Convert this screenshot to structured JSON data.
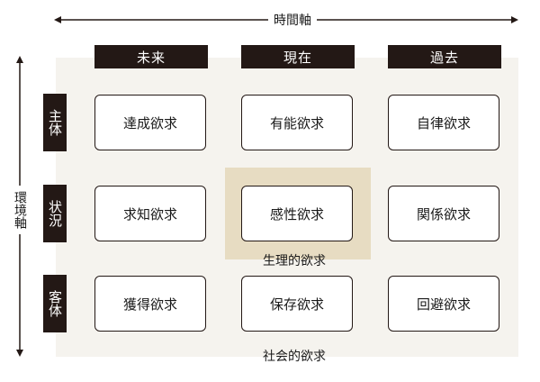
{
  "time_axis_label": "時間軸",
  "environment_axis_label": "環境軸",
  "columns": [
    "未来",
    "現在",
    "過去"
  ],
  "rows": [
    "主体",
    "状況",
    "客体"
  ],
  "cells": [
    [
      "達成欲求",
      "有能欲求",
      "自律欲求"
    ],
    [
      "求知欲求",
      "感性欲求",
      "関係欲求"
    ],
    [
      "獲得欲求",
      "保存欲求",
      "回避欲求"
    ]
  ],
  "captions": {
    "physiological": "生理的欲求",
    "social": "社会的欲求"
  },
  "colors": {
    "header_bg": "#231815",
    "panel_bg": "#f5f3ee",
    "highlight_bg": "#e7dcc2"
  }
}
